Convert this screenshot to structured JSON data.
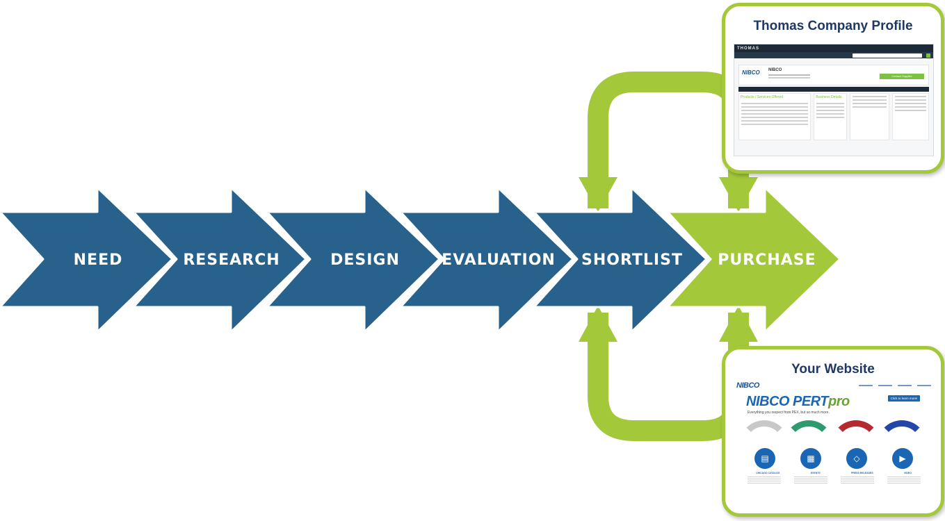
{
  "stages": [
    {
      "id": "need",
      "label": "NEED",
      "color": "#27618c"
    },
    {
      "id": "research",
      "label": "RESEARCH",
      "color": "#27618c"
    },
    {
      "id": "design",
      "label": "DESIGN",
      "color": "#27618c"
    },
    {
      "id": "evaluation",
      "label": "EVALUATION",
      "color": "#27618c"
    },
    {
      "id": "shortlist",
      "label": "SHORTLIST",
      "color": "#27618c"
    },
    {
      "id": "purchase",
      "label": "PURCHASE",
      "color": "#a3c93a"
    }
  ],
  "colors": {
    "blue": "#27618c",
    "green": "#a3c93a",
    "title": "#1f3864"
  },
  "cards": {
    "thomas": {
      "title": "Thomas Company Profile",
      "screenshot": {
        "logo": "THOMAS",
        "company": "NIBCO",
        "button": "Contact Supplier",
        "section_heading": "Products / Services Offered",
        "details_heading": "Business Details"
      }
    },
    "website": {
      "title": "Your Website",
      "screenshot": {
        "logo": "NIBCO",
        "brand_main": "NIBCO PERT",
        "brand_suffix": "pro",
        "tagline": "Everything you respect from PEX, but so much more.",
        "cta": "Click to learn more!",
        "captions": [
          "CHICAGO CATALOG",
          "EVENTS",
          "PRESS RELEASES",
          "VIDEO"
        ]
      }
    }
  }
}
